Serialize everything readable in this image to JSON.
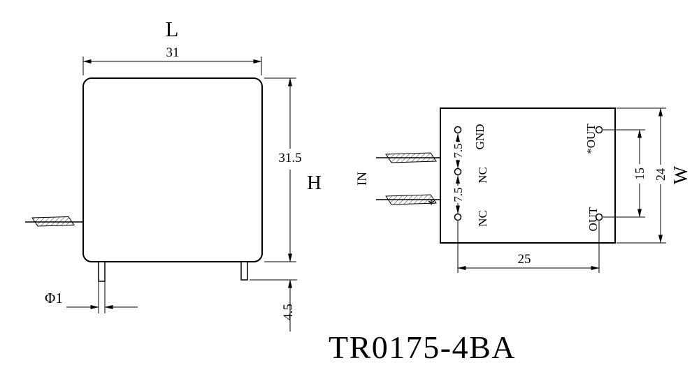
{
  "title": "TR0175-4BA",
  "colors": {
    "line": "#000000",
    "background": "#ffffff"
  },
  "side_view": {
    "length_label": "L",
    "length_dim": "31",
    "height_dim": "31.5",
    "height_label": "H",
    "pin_diameter_dim": "Φ1",
    "pin_length_dim": "4.5"
  },
  "bottom_view": {
    "input_label": "IN",
    "polarity_marker": "*",
    "pins": {
      "gnd": "GND",
      "nc_mid": "NC",
      "nc_bottom": "NC",
      "out_star": "*OUT",
      "out": "OUT"
    },
    "pitch_dims": [
      "7.5",
      "7.5"
    ],
    "out_span_dim": "15",
    "width_dim": "24",
    "width_label": "W",
    "pin_row_span_dim": "25"
  }
}
